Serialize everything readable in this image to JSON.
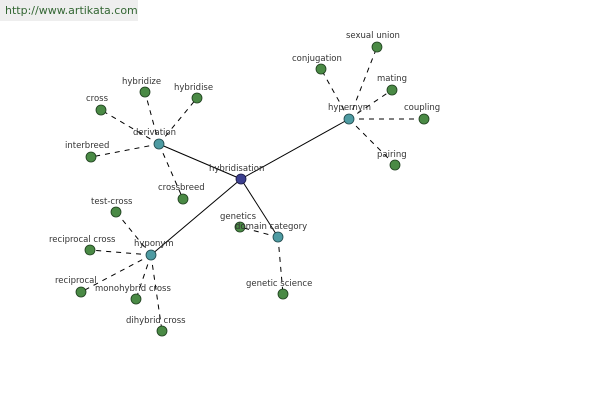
{
  "watermark": {
    "text": "http://www.artikata.com"
  },
  "graph": {
    "center": "hybridisation",
    "hubs": [
      "derivation",
      "hypernym",
      "hyponym",
      "domain category"
    ],
    "leaves": {
      "derivation": [
        "hybridize",
        "hybridise",
        "cross",
        "interbreed",
        "crossbreed"
      ],
      "hypernym": [
        "conjugation",
        "sexual union",
        "mating",
        "coupling",
        "pairing"
      ],
      "hyponym": [
        "test-cross",
        "reciprocal cross",
        "reciprocal",
        "monohybrid cross",
        "dihybrid cross"
      ],
      "domain category": [
        "genetics",
        "genetic science"
      ]
    }
  },
  "colors": {
    "leaf": "#4a8a45",
    "hub": "#4e9ba2",
    "center": "#3c3f8f",
    "watermark_text": "#336633",
    "watermark_bg": "#eeeeee"
  }
}
